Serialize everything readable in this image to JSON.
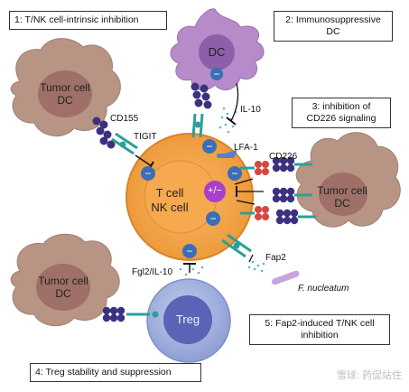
{
  "boxes": {
    "box1": "1: T/NK cell-intrinsic inhibition",
    "box2": "2: Immunosuppressive DC",
    "box3": "3: inhibition of CD226 signaling",
    "box4": "4: Treg stability and suppression",
    "box5": "5: Fap2-induced T/NK cell inhibition"
  },
  "cells": {
    "central_line1": "T cell",
    "central_line2": "NK cell",
    "dc": "DC",
    "treg": "Treg",
    "tumor_left_top": "Tumor cell",
    "tumor_left_top_sub": "DC",
    "tumor_right": "Tumor cell",
    "tumor_right_sub": "DC",
    "tumor_left_bottom": "Tumor cell",
    "tumor_left_bottom_sub": "DC"
  },
  "labels": {
    "cd155": "CD155",
    "tigit": "TIGIT",
    "il10_top": "IL-10",
    "lfa1": "LFA-1",
    "cd226": "CD226",
    "fap2": "Fap2",
    "fgl2": "Fgl2/IL-10",
    "fnucleatum": "F. nucleatum"
  },
  "signs": {
    "minus": "−",
    "plusminus": "+/−"
  },
  "watermark": "雪球: 药促站住",
  "colors": {
    "tcell_outer": "#f3a24a",
    "tcell_inner": "#f7b05c",
    "tumor_cell": "#b89485",
    "tumor_nucleus": "#9a6a62",
    "dc_cell": "#b78bc9",
    "dc_nucleus": "#8c5fa8",
    "treg_cell": "#9fb1de",
    "treg_nucleus": "#5a63b5",
    "receptor_purple": "#3b3180",
    "receptor_teal": "#2aa198",
    "minus_circle": "#3b6fb5",
    "plusminus_circle": "#a63fc9",
    "red_receptor": "#d8453f"
  }
}
